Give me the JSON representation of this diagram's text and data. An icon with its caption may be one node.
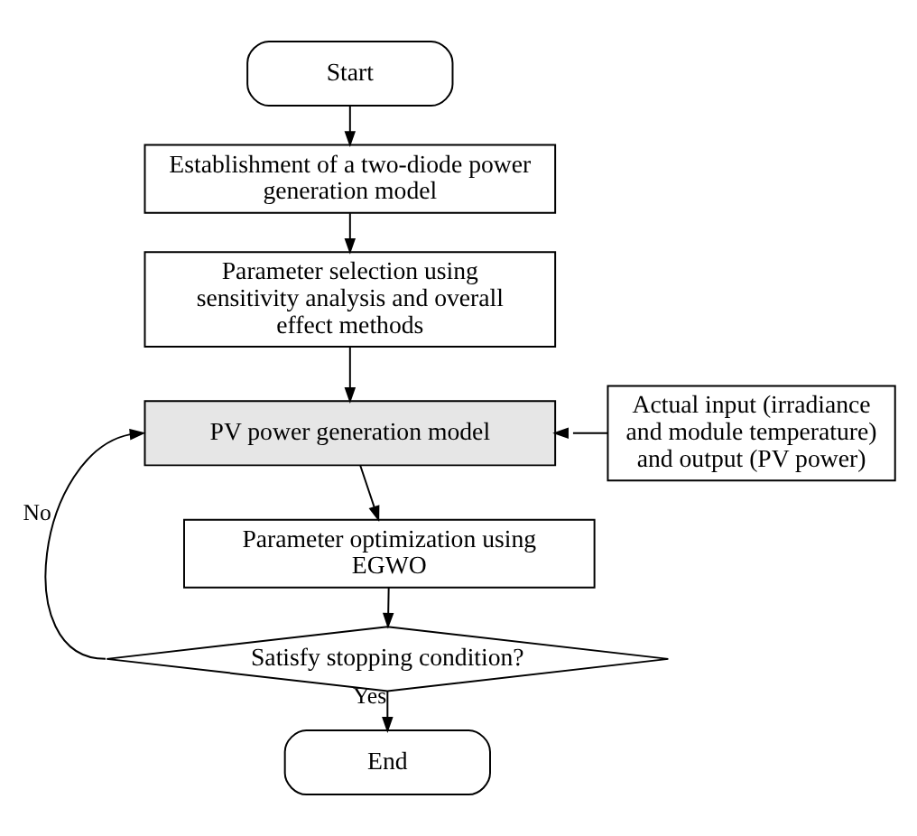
{
  "diagram": {
    "nodes": [
      {
        "text": [
          "Start"
        ]
      },
      {
        "text": [
          "Establishment of a two-diode power generation model"
        ]
      },
      {
        "text": [
          "Parameter selection using sensitivity analysis and overall effect methods"
        ]
      },
      {
        "text": [
          "PV power generation model"
        ]
      },
      {
        "text": [
          "Actual input (irradiance and module temperature) and output (PV power)"
        ]
      },
      {
        "text": [
          "Parameter optimization using EGWO"
        ]
      },
      {
        "text": [
          "Satisfy stopping condition?"
        ]
      },
      {
        "text": [
          "End"
        ]
      }
    ],
    "edges": [
      {
        "from": 0,
        "to": 1,
        "arrow": "to"
      },
      {
        "from": 1,
        "to": 2,
        "arrow": "to"
      },
      {
        "from": 2,
        "to": 3,
        "arrow": "to"
      },
      {
        "from": 4,
        "to": 3,
        "arrow": "to"
      },
      {
        "from": 3,
        "to": 5,
        "arrow": "to"
      },
      {
        "from": 5,
        "to": 6,
        "arrow": "to"
      },
      {
        "from": 6,
        "to": 3,
        "label": "No",
        "arrow": "to"
      },
      {
        "from": 6,
        "to": 7,
        "label": "Yes",
        "arrow": "to"
      }
    ]
  }
}
